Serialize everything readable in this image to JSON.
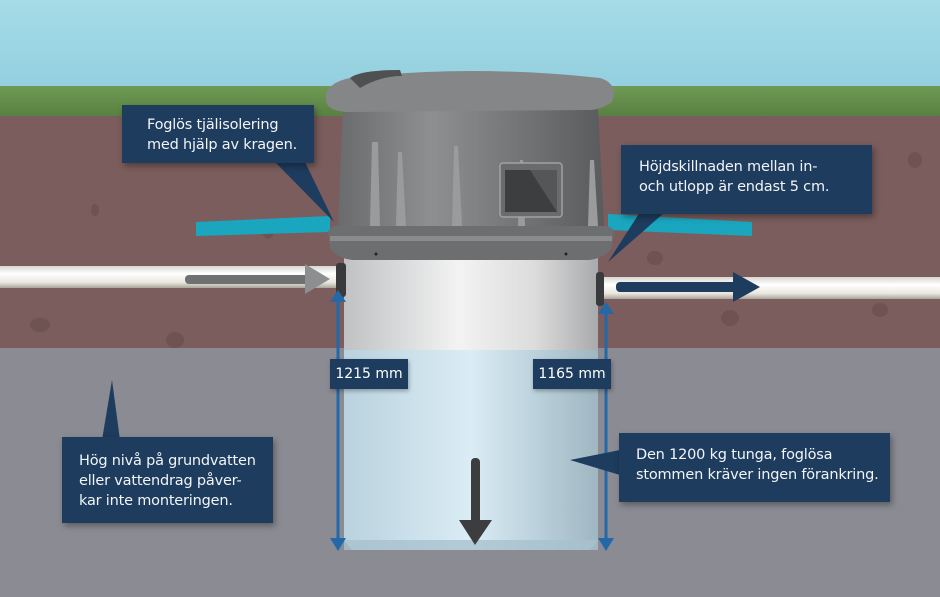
{
  "diagram": {
    "subject": "Septic/well tank installation cross-section",
    "layers": [
      "sky",
      "grass",
      "soil",
      "groundwater zone"
    ],
    "colors": {
      "callout_bg": "#1d3c5e",
      "callout_text": "#f2f4f7",
      "insulation": "#1aa6bf",
      "dimension_line": "#2368a8",
      "soil": "#7a5d5c",
      "ground": "#8b8b94",
      "sky": "#9ed6e4",
      "grass": "#5f8a48"
    }
  },
  "callouts": {
    "insulation": "Foglös tjälisolering\nmed hjälp av kragen.",
    "height_difference": "Höjdskillnaden mellan in-\noch utlopp är endast 5 cm.",
    "groundwater": "Hög nivå på grundvatten\neller vattendrag påver-\nkar inte monteringen.",
    "weight": "Den 1200 kg tunga, foglösa\nstommen kräver ingen förankring."
  },
  "dimensions": {
    "inlet_depth": "1215 mm",
    "outlet_depth": "1165 mm"
  },
  "flow": {
    "inlet_arrow": "inflow-arrow",
    "outlet_arrow": "outflow-arrow",
    "weight_arrow": "downward-force-arrow"
  }
}
